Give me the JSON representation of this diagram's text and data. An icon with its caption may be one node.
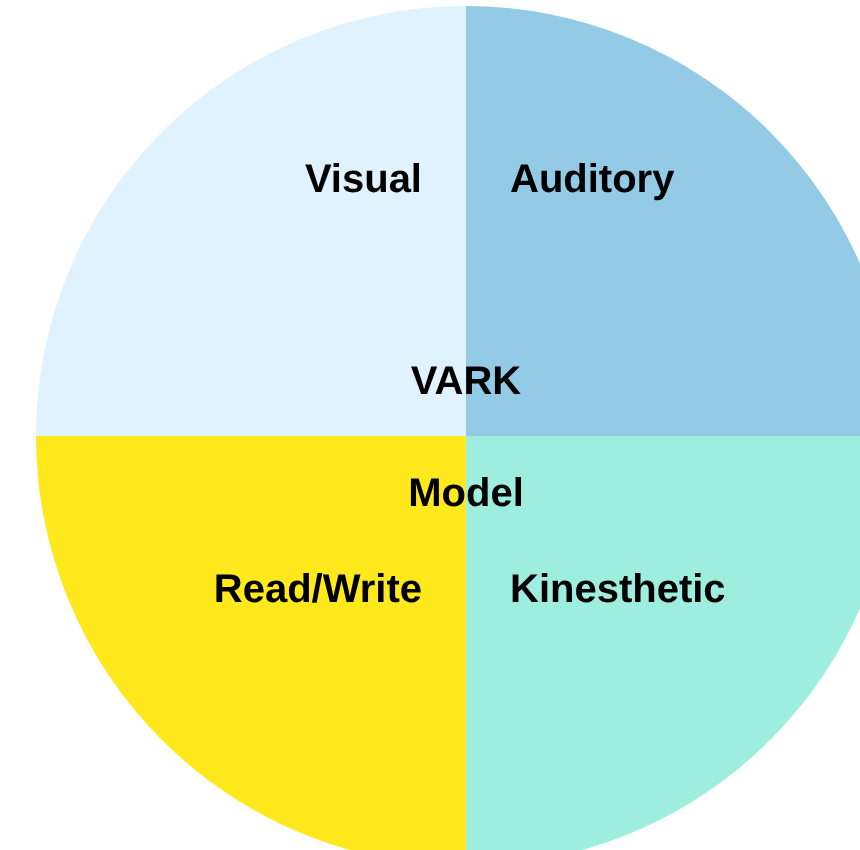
{
  "diagram": {
    "nodes": [
      {
        "text": [
          "Visual"
        ]
      },
      {
        "text": [
          "Auditory"
        ]
      },
      {
        "text": [
          "Read/Write"
        ]
      },
      {
        "text": [
          "Kinesthetic"
        ]
      }
    ],
    "labels": [
      "VARK",
      "Model"
    ]
  }
}
